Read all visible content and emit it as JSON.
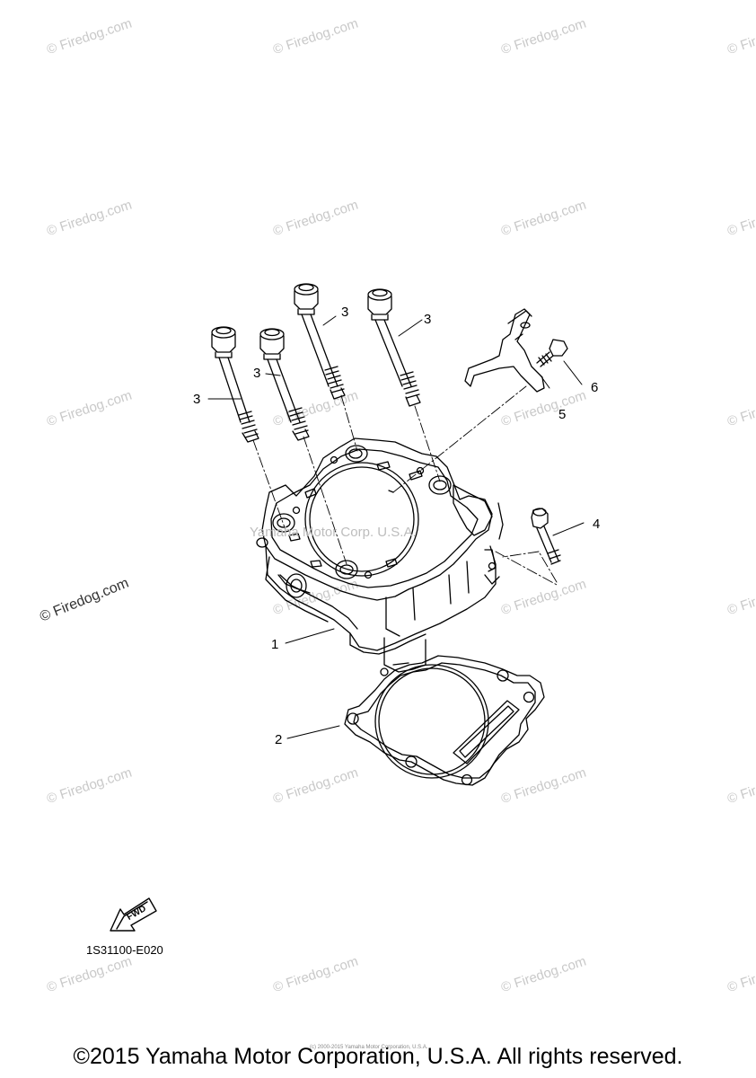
{
  "watermark": "© Firedog.com",
  "side_watermark": "© Firedog.com",
  "center_watermark": "Yamaha Motor Corp. U.S.A.",
  "callouts": {
    "c1": "1",
    "c2": "2",
    "c3a": "3",
    "c3b": "3",
    "c3c": "3",
    "c3d": "3",
    "c4": "4",
    "c5": "5",
    "c6": "6"
  },
  "fwd_label": "FWD",
  "diagram_code": "1S31100-E020",
  "tiny_note": "(c) 2000-2015 Yamaha Motor Corporation, U.S.A.",
  "footer": "©2015 Yamaha Motor Corporation, U.S.A. All rights reserved."
}
